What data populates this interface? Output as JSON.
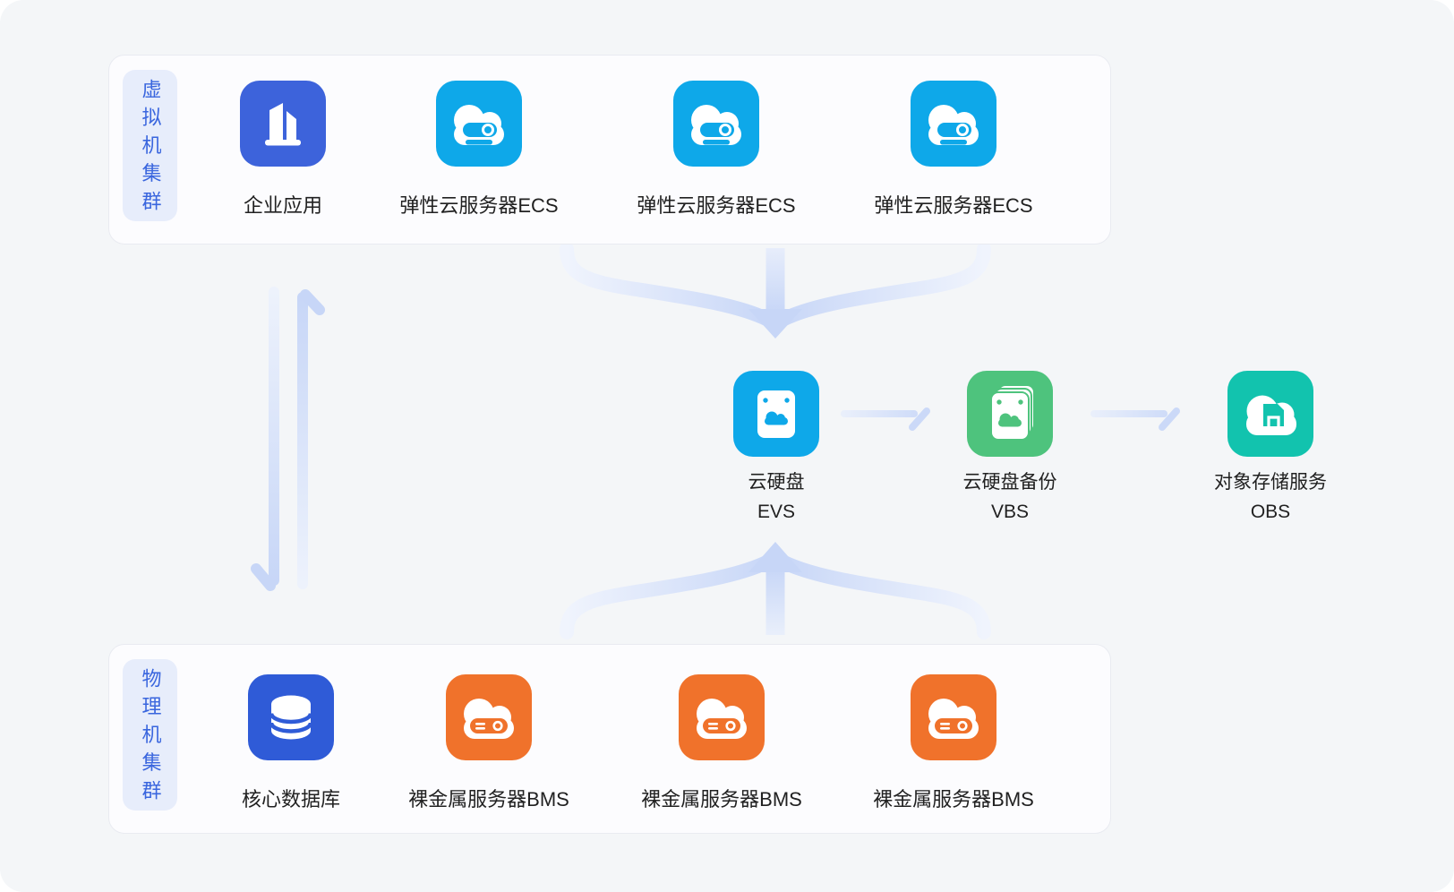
{
  "colors": {
    "canvas_bg": "#F4F6F8",
    "panel_bg": "#FCFCFE",
    "panel_border": "#E9EBF1",
    "pill_bg": "#E7EDFB",
    "pill_text": "#3A66DE",
    "label_text": "#212121",
    "enterprise": "#3D63DB",
    "ecs": "#0EA8E9",
    "vbs": "#4EC37D",
    "obs": "#12C3AE",
    "bms": "#F0722B",
    "db": "#2F5BD7",
    "connector_strong": "#C7D6F7",
    "connector_light": "#EDF2FC"
  },
  "vm_cluster": {
    "label": "虚拟机集群",
    "items": [
      {
        "label": "企业应用",
        "icon": "enterprise-app-icon"
      },
      {
        "label": "弹性云服务器ECS",
        "icon": "ecs-icon"
      },
      {
        "label": "弹性云服务器ECS",
        "icon": "ecs-icon"
      },
      {
        "label": "弹性云服务器ECS",
        "icon": "ecs-icon"
      }
    ]
  },
  "storage_services": {
    "items": [
      {
        "name": "云硬盘",
        "code": "EVS",
        "icon": "evs-disk-icon"
      },
      {
        "name": "云硬盘备份",
        "code": "VBS",
        "icon": "vbs-backup-icon"
      },
      {
        "name": "对象存储服务",
        "code": "OBS",
        "icon": "obs-storage-icon"
      }
    ]
  },
  "physical_cluster": {
    "label": "物理机集群",
    "items": [
      {
        "label": "核心数据库",
        "icon": "database-icon"
      },
      {
        "label": "裸金属服务器BMS",
        "icon": "bms-icon"
      },
      {
        "label": "裸金属服务器BMS",
        "icon": "bms-icon"
      },
      {
        "label": "裸金属服务器BMS",
        "icon": "bms-icon"
      }
    ]
  }
}
